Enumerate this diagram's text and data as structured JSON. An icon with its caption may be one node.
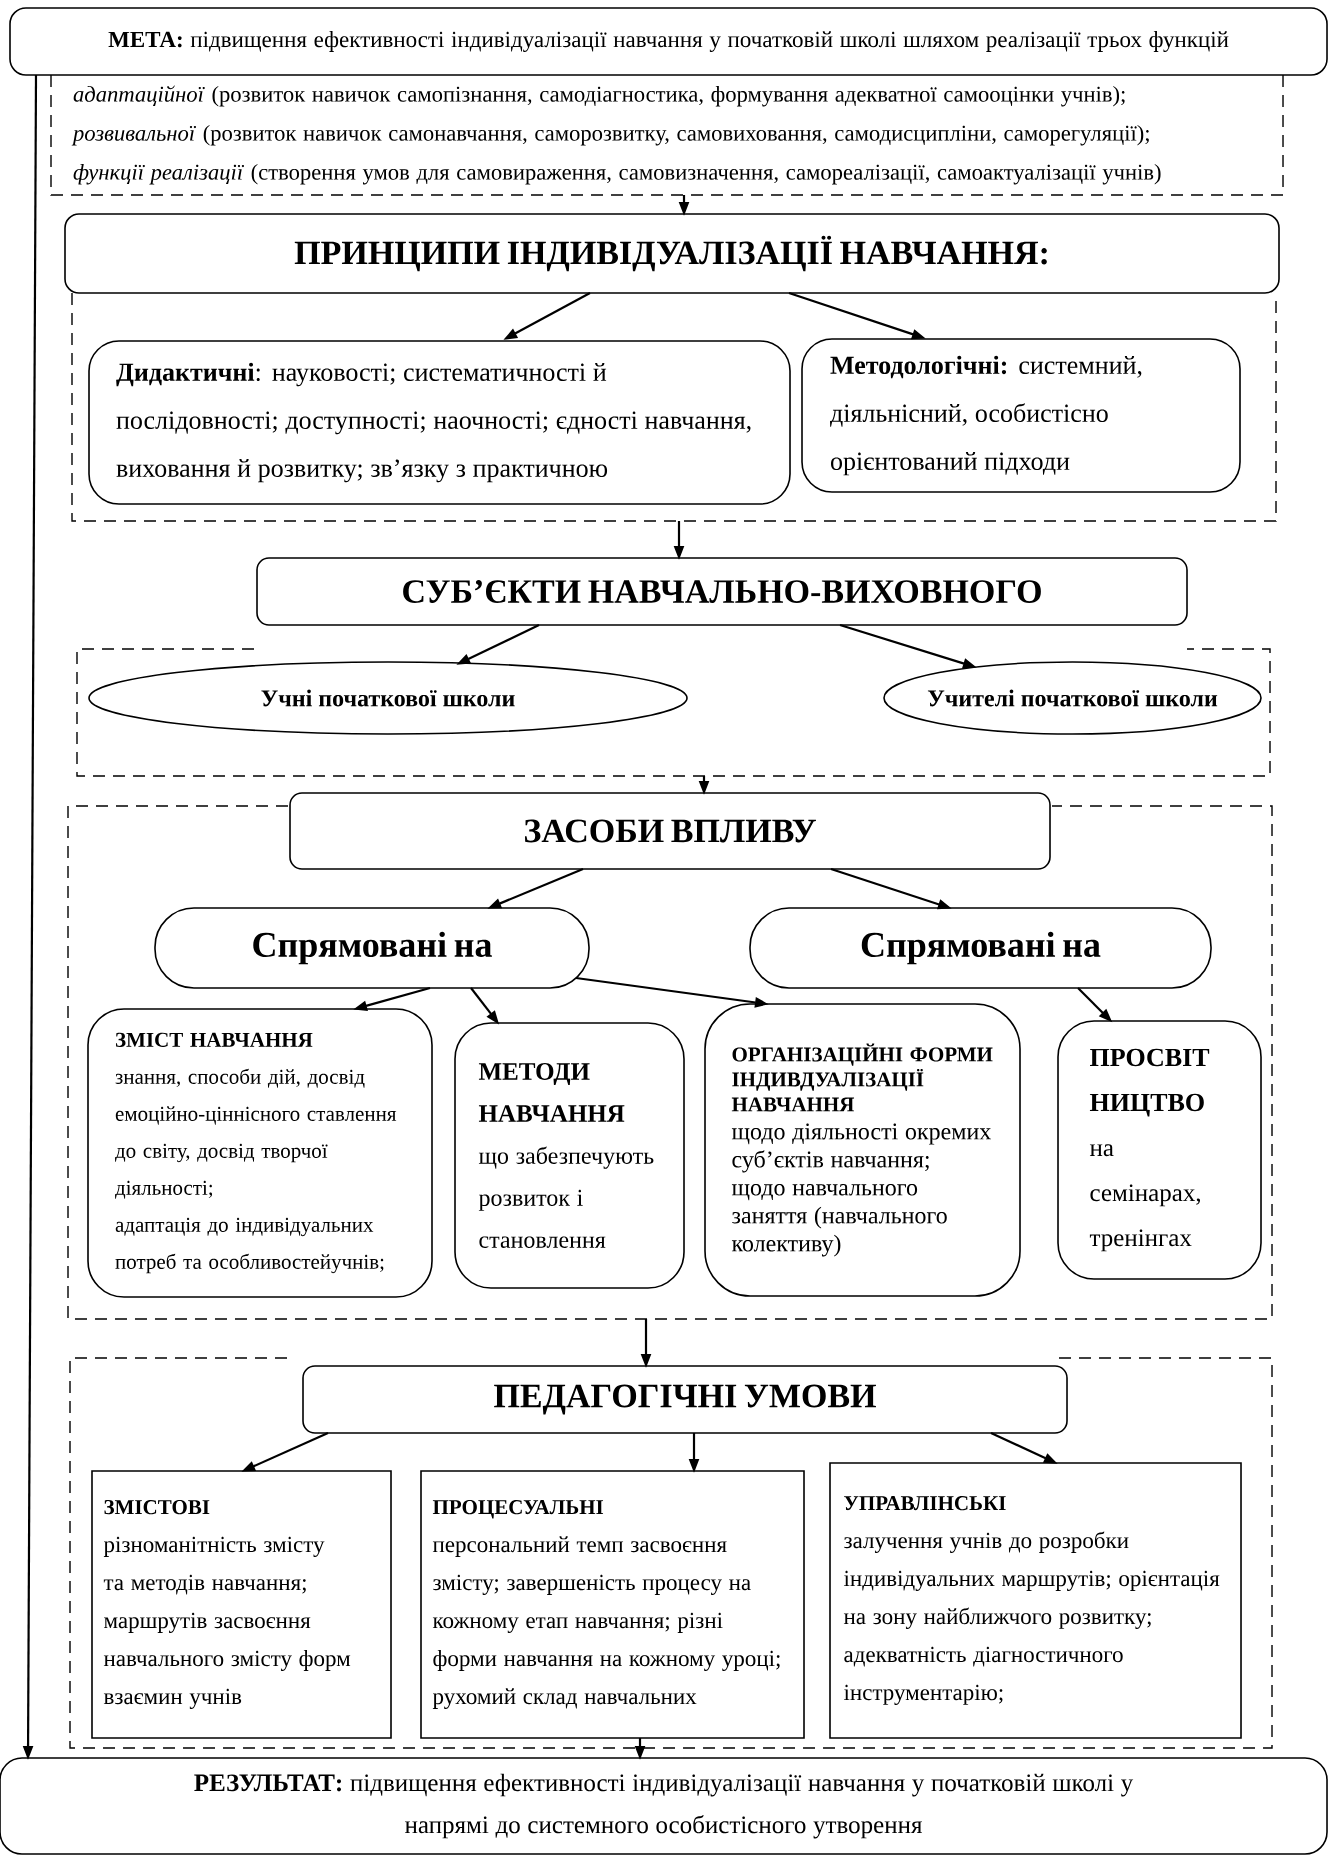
{
  "diagram": {
    "nodes": [
      {
        "text": [
          "**МЕТА:** підвищення ефективності індивідуалізації навчання у початковій школі шляхом реалізації трьох функцій"
        ]
      },
      {
        "text": [
          "*адаптаційної* (розвиток навичок самопізнання, самодіагностика, формування адекватної самооцінки учнів);",
          "*розвивальної* (розвиток навичок самонавчання, саморозвитку, самовиховання, самодисципліни, саморегуляції);",
          "*функції реалізації* (створення умов для самовираження, самовизначення, самореалізації, самоактуалізації учнів)"
        ]
      },
      {
        "text": [
          "ПРИНЦИПИ ІНДИВІДУАЛІЗАЦІЇ НАВЧАННЯ:"
        ]
      },
      {
        "text": [],
        "shape": "box"
      },
      {
        "text": [
          "**Дидактичні**: науковості; систематичності й послідовності; доступності; наочності; єдності навчання, виховання й розвитку; зв’язку з практичною"
        ],
        "in": 3
      },
      {
        "text": [
          "**Методологічні:** системний, діяльнісний, особистісно орієнтований підходи"
        ],
        "in": 3
      },
      {
        "text": [
          "СУБ’ЄКТИ НАВЧАЛЬНО-ВИХОВНОГО"
        ]
      },
      {
        "text": [],
        "shape": "box"
      },
      {
        "text": [
          "Учні початкової школи"
        ],
        "in": 7
      },
      {
        "text": [
          "Учителі початкової школи"
        ],
        "in": 7
      },
      {
        "text": [
          "ЗАСОБИ ВПЛИВУ"
        ]
      },
      {
        "text": [],
        "shape": "box"
      },
      {
        "text": [
          "Спрямовані на"
        ],
        "in": 11
      },
      {
        "text": [
          "Спрямовані на"
        ],
        "in": 11
      },
      {
        "text": [
          "ЗМІСТ НАВЧАННЯ",
          "знання, способи дій, досвід емоційно-ціннісного ставлення до світу, досвід творчої діяльності;",
          "адаптація до індивідуальних потреб та особливостейучнів;"
        ],
        "in": 11
      },
      {
        "text": [
          "МЕТОДИ НАВЧАННЯ",
          "що забезпечують розвиток і становлення"
        ],
        "in": 11
      },
      {
        "text": [
          "ОРГАНІЗАЦІЙНІ ФОРМИ ІНДИВДУАЛІЗАЦІЇ НАВЧАННЯ",
          "щодо діяльності окремих суб’єктів навчання;",
          "щодо навчального заняття (навчального колективу)"
        ],
        "in": 11
      },
      {
        "text": [
          "ПРОСВІТ НИЦТВО",
          "на семінарах, тренінгах"
        ],
        "in": 11
      },
      {
        "text": [],
        "shape": "box"
      },
      {
        "text": [
          "ПЕДАГОГІЧНІ УМОВИ"
        ],
        "in": 18
      },
      {
        "text": [
          "ЗМІСТОВІ",
          "різноманітність змісту та методів навчання; маршрутів засвоєння навчального змісту форм взаємин учнів"
        ],
        "in": 18
      },
      {
        "text": [
          "ПРОЦЕСУАЛЬНІ",
          "персональний темп засвоєння змісту; завершеність процесу на кожному етап навчання; різні форми навчання на кожному уроці; рухомий склад навчальних"
        ],
        "in": 18
      },
      {
        "text": [
          "УПРАВЛІНСЬКІ",
          "залучення учнів до розробки індивідуальних маршрутів; орієнтація на зону найближчого розвитку; адекватність діагностичного інструментарію;"
        ],
        "in": 18
      },
      {
        "text": [
          "**РЕЗУЛЬТАТ:** підвищення ефективності індивідуалізації навчання у початковій школі у напрямі до системного особистісного утворення"
        ]
      }
    ],
    "edges": [
      {
        "from": 1,
        "to": 2,
        "arrow": "to"
      },
      {
        "from": 2,
        "to": 4,
        "arrow": "to"
      },
      {
        "from": 2,
        "to": 5,
        "arrow": "to"
      },
      {
        "from": 3,
        "to": 6,
        "arrow": "to"
      },
      {
        "from": 6,
        "to": 8,
        "arrow": "to"
      },
      {
        "from": 6,
        "to": 9,
        "arrow": "to"
      },
      {
        "from": 7,
        "to": 10,
        "arrow": "to"
      },
      {
        "from": 10,
        "to": 12,
        "arrow": "to"
      },
      {
        "from": 10,
        "to": 13,
        "arrow": "to"
      },
      {
        "from": 12,
        "to": 14,
        "arrow": "to"
      },
      {
        "from": 12,
        "to": 15,
        "arrow": "to"
      },
      {
        "from": 12,
        "to": 16,
        "arrow": "to"
      },
      {
        "from": 13,
        "to": 17,
        "arrow": "to"
      },
      {
        "from": 11,
        "to": 19,
        "arrow": "to"
      },
      {
        "from": 19,
        "to": 20,
        "arrow": "to"
      },
      {
        "from": 19,
        "to": 21,
        "arrow": "to"
      },
      {
        "from": 19,
        "to": 22,
        "arrow": "to"
      },
      {
        "from": 21,
        "to": 23,
        "arrow": "to"
      },
      {
        "from": 0,
        "to": 23,
        "arrow": "to"
      }
    ]
  }
}
